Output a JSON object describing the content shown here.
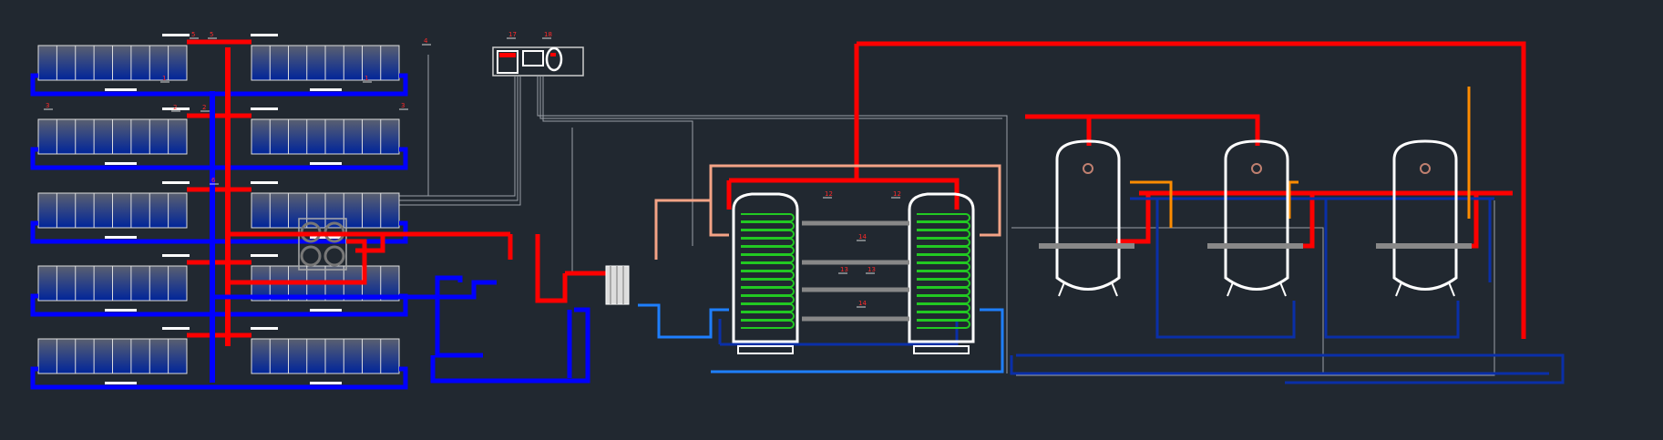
{
  "diagram": {
    "type": "solar-heating-system-schematic",
    "colors": {
      "background": "#212830",
      "supply": "#ff0000",
      "return": "#0000ff",
      "return_dark": "#0a2fa8",
      "return_light": "#1e7fff",
      "heat_loop": "#f4a386",
      "coil": "#22c922",
      "orange": "#ff8c00",
      "outline": "#ffffff",
      "panel_top": "#5a6070",
      "panel_bottom": "#00259a"
    },
    "callouts": [
      {
        "text": "5",
        "id": "c1"
      },
      {
        "text": "5",
        "id": "c2"
      },
      {
        "text": "4",
        "id": "c3"
      },
      {
        "text": "1",
        "id": "c4"
      },
      {
        "text": "1",
        "id": "c5"
      },
      {
        "text": "3",
        "id": "c6"
      },
      {
        "text": "3",
        "id": "c7"
      },
      {
        "text": "2",
        "id": "c8"
      },
      {
        "text": "2",
        "id": "c9"
      },
      {
        "text": "6",
        "id": "c10"
      },
      {
        "text": "17",
        "id": "c11"
      },
      {
        "text": "18",
        "id": "c12"
      },
      {
        "text": "12",
        "id": "c13"
      },
      {
        "text": "12",
        "id": "c14"
      },
      {
        "text": "13",
        "id": "c15"
      },
      {
        "text": "13",
        "id": "c16"
      },
      {
        "text": "14",
        "id": "c17"
      },
      {
        "text": "14",
        "id": "c18"
      }
    ]
  }
}
